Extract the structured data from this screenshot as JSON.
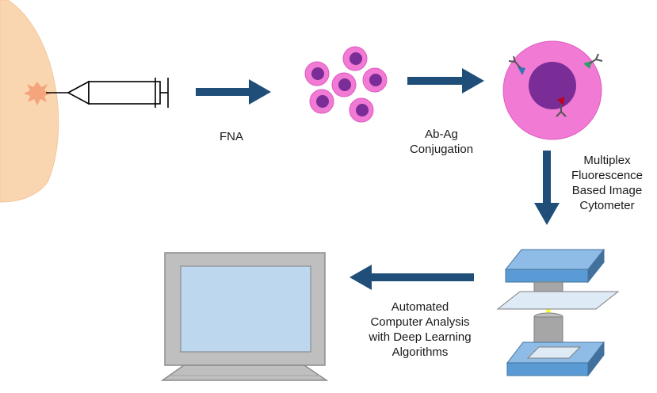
{
  "labels": {
    "step1": [
      "FNA"
    ],
    "step2": [
      "Ab-Ag",
      "Conjugation"
    ],
    "step3": [
      "Multiplex",
      "Fluorescence",
      "Based Image",
      "Cytometer"
    ],
    "step4": [
      "Automated",
      "Computer Analysis",
      "with Deep Learning",
      "Algorithms"
    ]
  },
  "colors": {
    "skin": "#fad6b0",
    "lesion": "#f4a57c",
    "arrow": "#1f4e79",
    "cell_outer": "#f07ad4",
    "cell_nucleus": "#7a2d97",
    "antibody_blue": "#2e75b6",
    "antibody_green": "#2e9f6b",
    "antibody_red": "#c0001c",
    "monitor_bezel": "#bfbfbf",
    "monitor_screen": "#bdd7ee",
    "microscope_plate": "#5b9bd5",
    "microscope_slide": "#deebf7",
    "objective": "#a6a6a6",
    "light_beam": "#ffff33"
  }
}
